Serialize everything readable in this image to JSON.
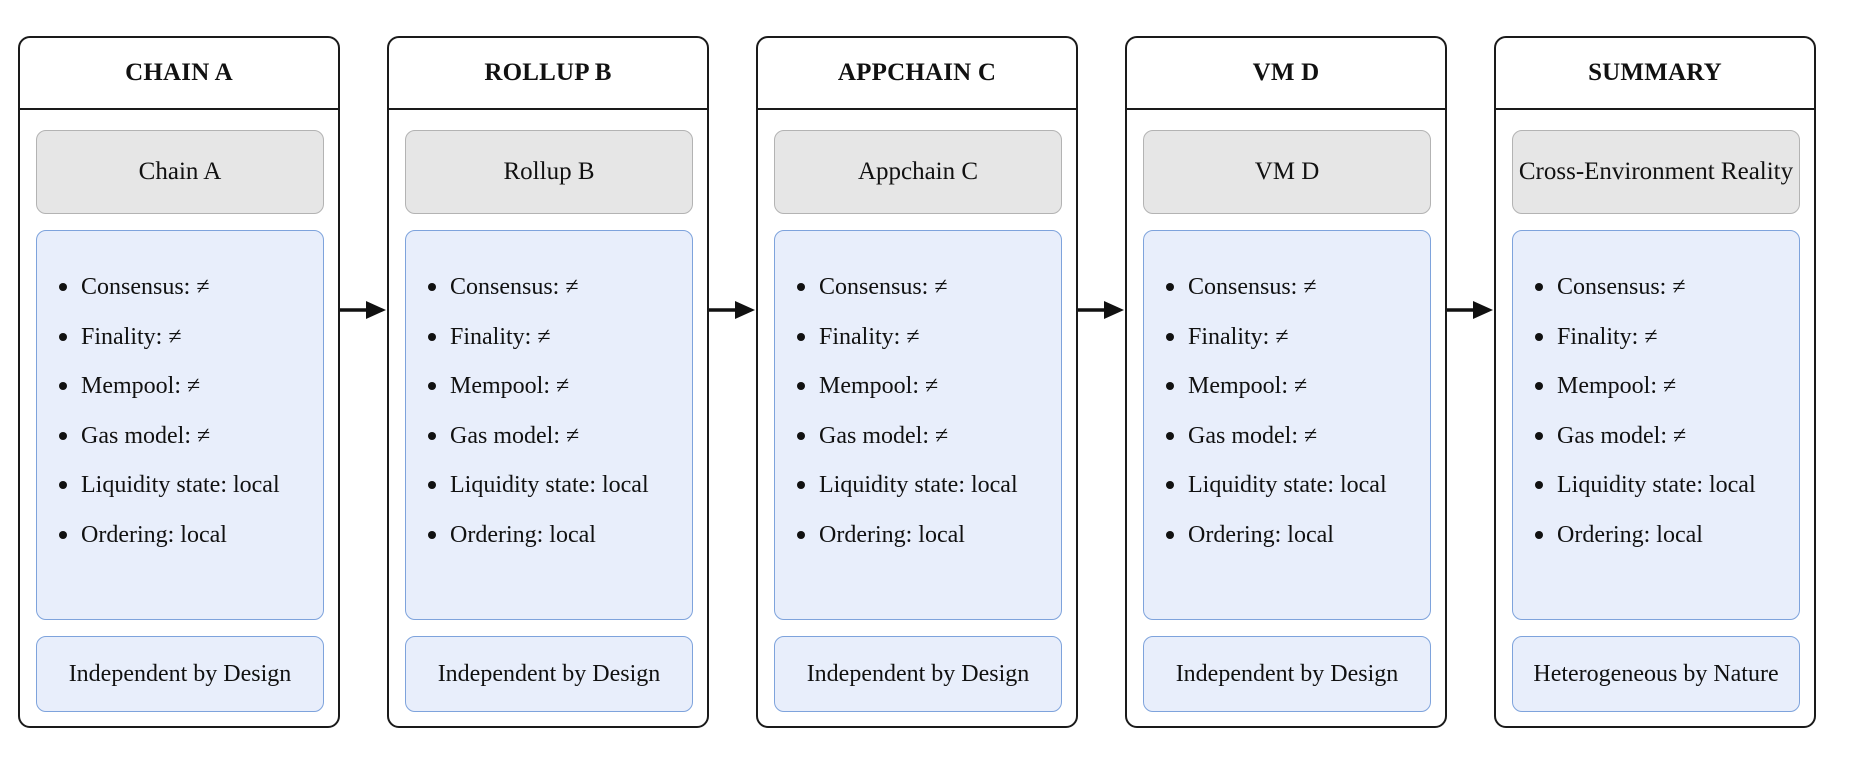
{
  "columns": [
    {
      "header": "CHAIN A",
      "title": "Chain A",
      "attributes": [
        "Consensus: ≠",
        "Finality: ≠",
        "Mempool: ≠",
        "Gas model: ≠",
        "Liquidity state: local",
        "Ordering: local"
      ],
      "footer": "Independent by Design"
    },
    {
      "header": "ROLLUP B",
      "title": "Rollup B",
      "attributes": [
        "Consensus: ≠",
        "Finality: ≠",
        "Mempool: ≠",
        "Gas model: ≠",
        "Liquidity state: local",
        "Ordering: local"
      ],
      "footer": "Independent by Design"
    },
    {
      "header": "APPCHAIN C",
      "title": "Appchain C",
      "attributes": [
        "Consensus: ≠",
        "Finality: ≠",
        "Mempool: ≠",
        "Gas model: ≠",
        "Liquidity state: local",
        "Ordering: local"
      ],
      "footer": "Independent by Design"
    },
    {
      "header": "VM D",
      "title": "VM D",
      "attributes": [
        "Consensus: ≠",
        "Finality: ≠",
        "Mempool: ≠",
        "Gas model: ≠",
        "Liquidity state: local",
        "Ordering: local"
      ],
      "footer": "Independent by Design"
    },
    {
      "header": "SUMMARY",
      "title": "Cross-Environment Reality",
      "attributes": [
        "Consensus: ≠",
        "Finality: ≠",
        "Mempool: ≠",
        "Gas model: ≠",
        "Liquidity state: local",
        "Ordering: local"
      ],
      "footer": "Heterogeneous by Nature"
    }
  ],
  "colors": {
    "border": "#1a1a1a",
    "title_fill": "#e6e6e6",
    "title_border": "#b3b3b3",
    "attr_fill": "#e8eefb",
    "attr_border": "#7ea3dc",
    "arrow": "#111111"
  }
}
